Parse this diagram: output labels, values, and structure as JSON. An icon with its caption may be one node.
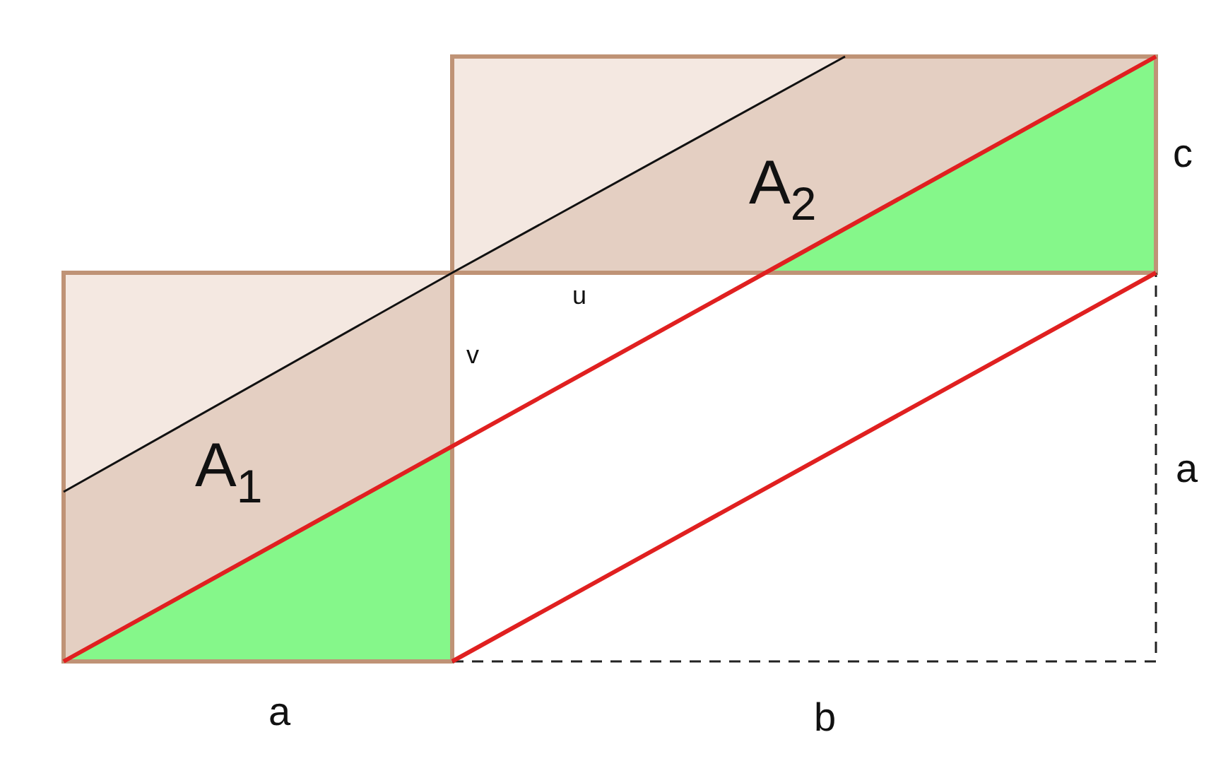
{
  "diagram": {
    "labels": [
      "c",
      "A$_{2}$",
      "u",
      "v",
      "a",
      "A$_{1}$",
      "a",
      "b"
    ]
  }
}
